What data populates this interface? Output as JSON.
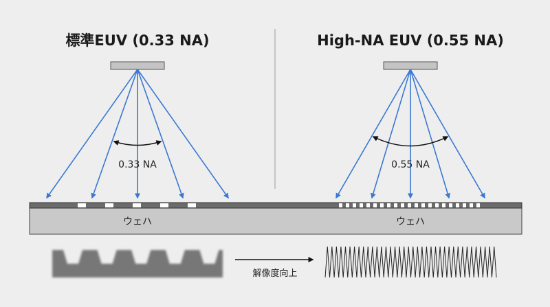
{
  "left_panel": {
    "title": "標準EUV (0.33 NA)",
    "na_label": "0.33 NA",
    "wafer_label": "ウェハ"
  },
  "right_panel": {
    "title": "High-NA EUV (0.55 NA)",
    "na_label": "0.55 NA",
    "wafer_label": "ウェハ"
  },
  "bottom": {
    "improvement_label": "解像度向上"
  },
  "colors": {
    "background": "#eeeeee",
    "ray": "#3a78d2",
    "wafer": "#c9c9c9",
    "resist": "#6b6b6b",
    "profile": "#777777",
    "divider": "#9a9a9a"
  }
}
